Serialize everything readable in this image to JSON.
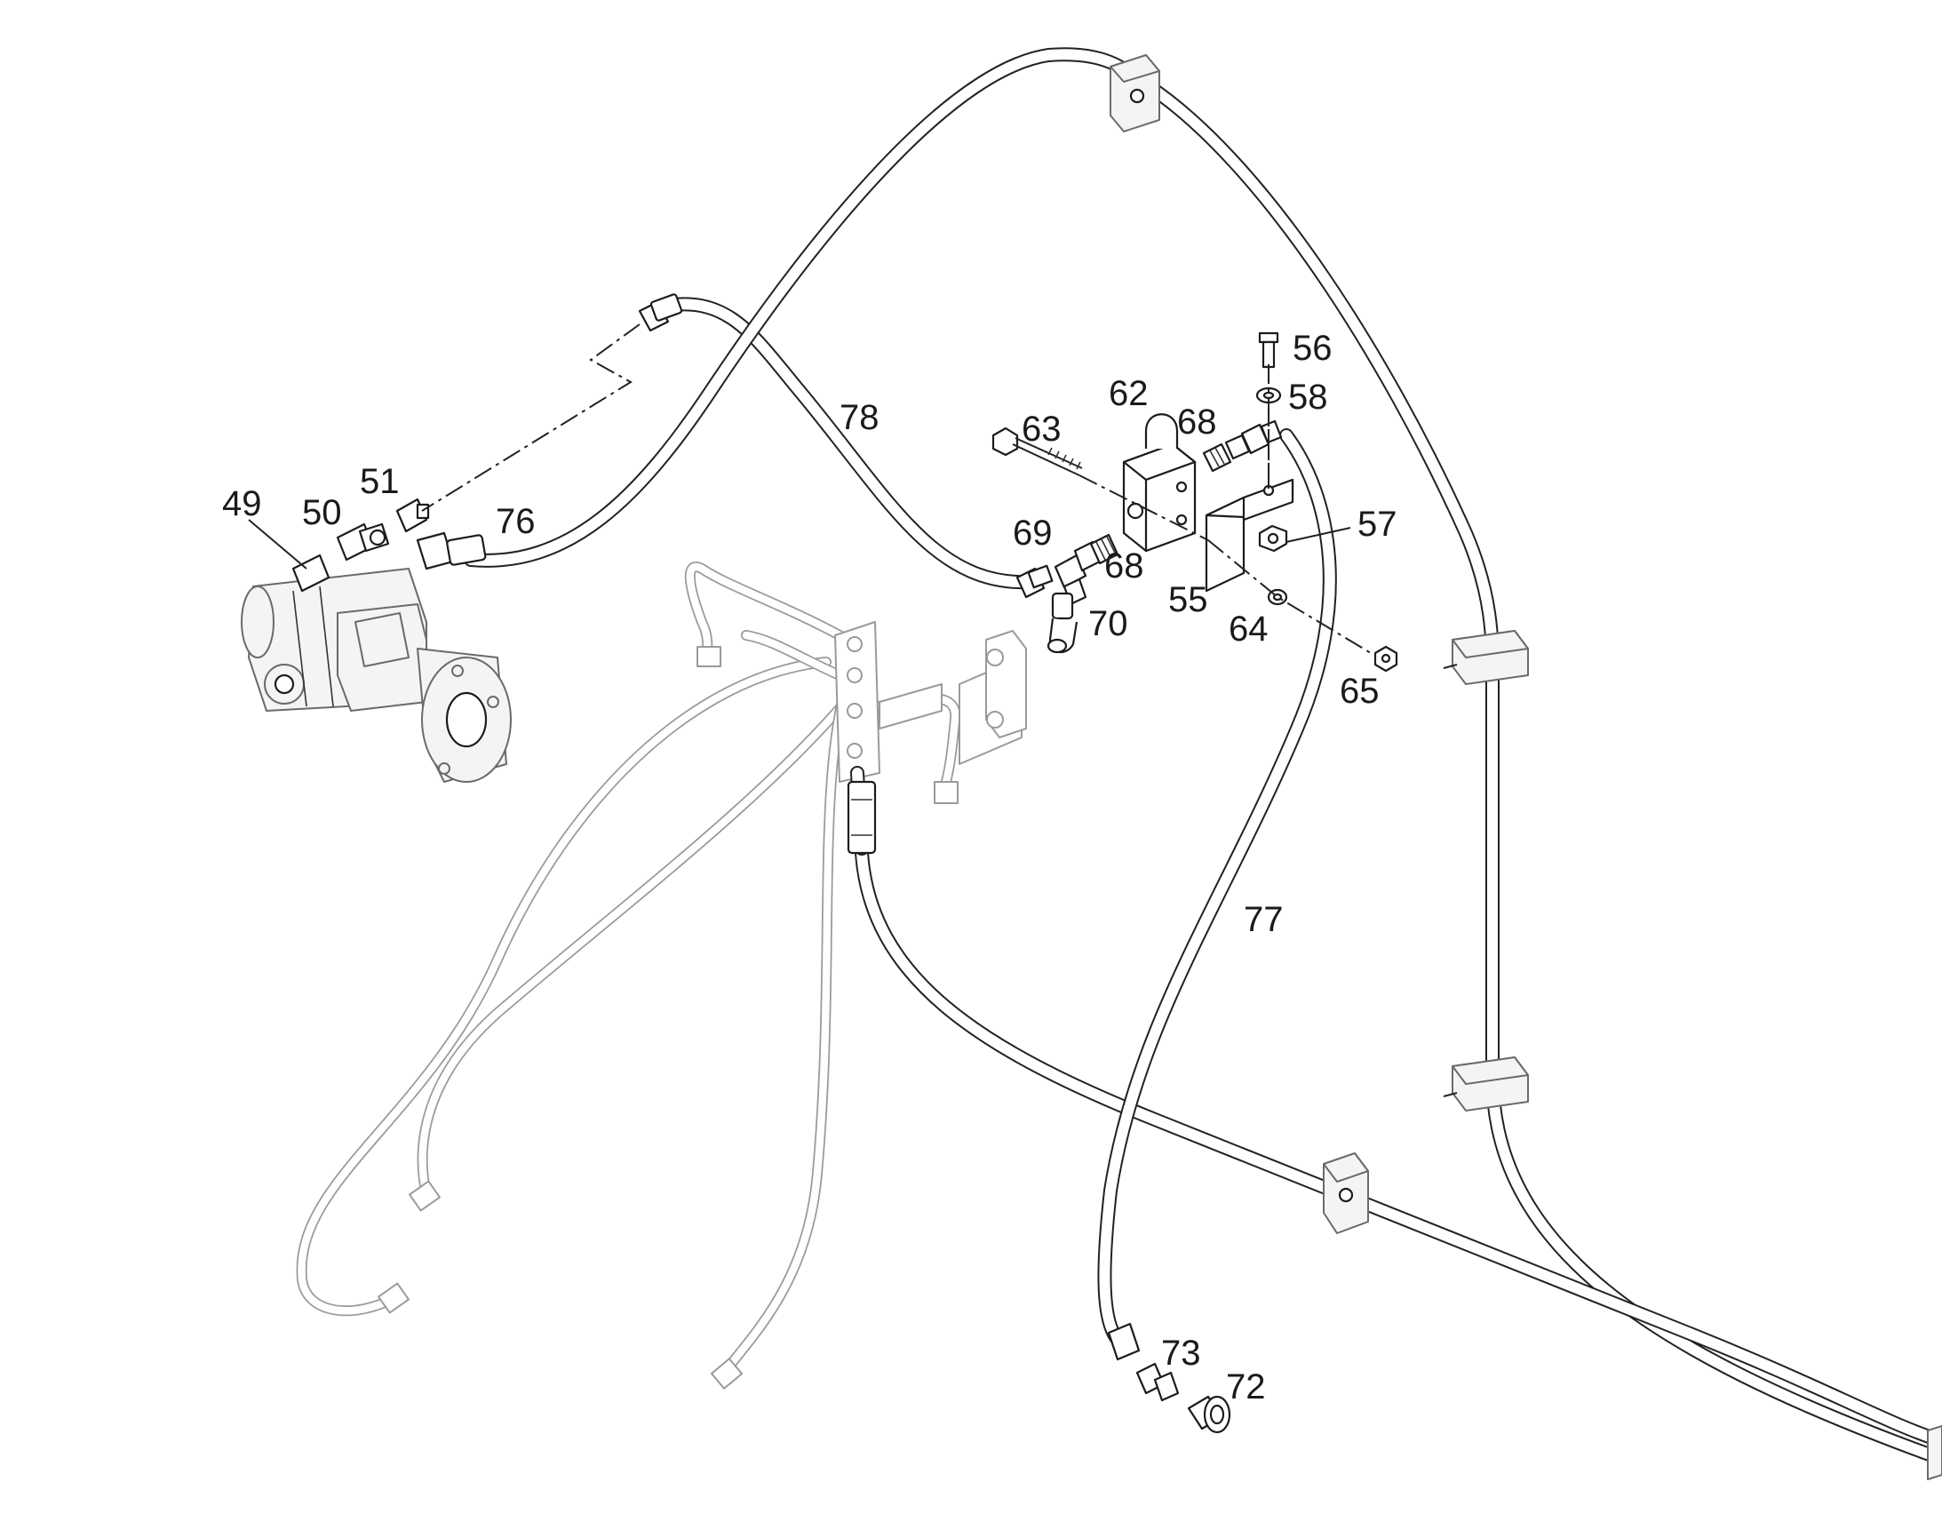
{
  "diagram": {
    "callouts": [
      {
        "id": "49",
        "text": "49"
      },
      {
        "id": "50",
        "text": "50"
      },
      {
        "id": "51",
        "text": "51"
      },
      {
        "id": "76",
        "text": "76"
      },
      {
        "id": "78",
        "text": "78"
      },
      {
        "id": "63",
        "text": "63"
      },
      {
        "id": "62",
        "text": "62"
      },
      {
        "id": "68a",
        "text": "68"
      },
      {
        "id": "56",
        "text": "56"
      },
      {
        "id": "58",
        "text": "58"
      },
      {
        "id": "69",
        "text": "69"
      },
      {
        "id": "68b",
        "text": "68"
      },
      {
        "id": "70",
        "text": "70"
      },
      {
        "id": "55",
        "text": "55"
      },
      {
        "id": "57",
        "text": "57"
      },
      {
        "id": "64",
        "text": "64"
      },
      {
        "id": "65",
        "text": "65"
      },
      {
        "id": "77",
        "text": "77"
      },
      {
        "id": "73",
        "text": "73"
      },
      {
        "id": "72",
        "text": "72"
      }
    ]
  }
}
